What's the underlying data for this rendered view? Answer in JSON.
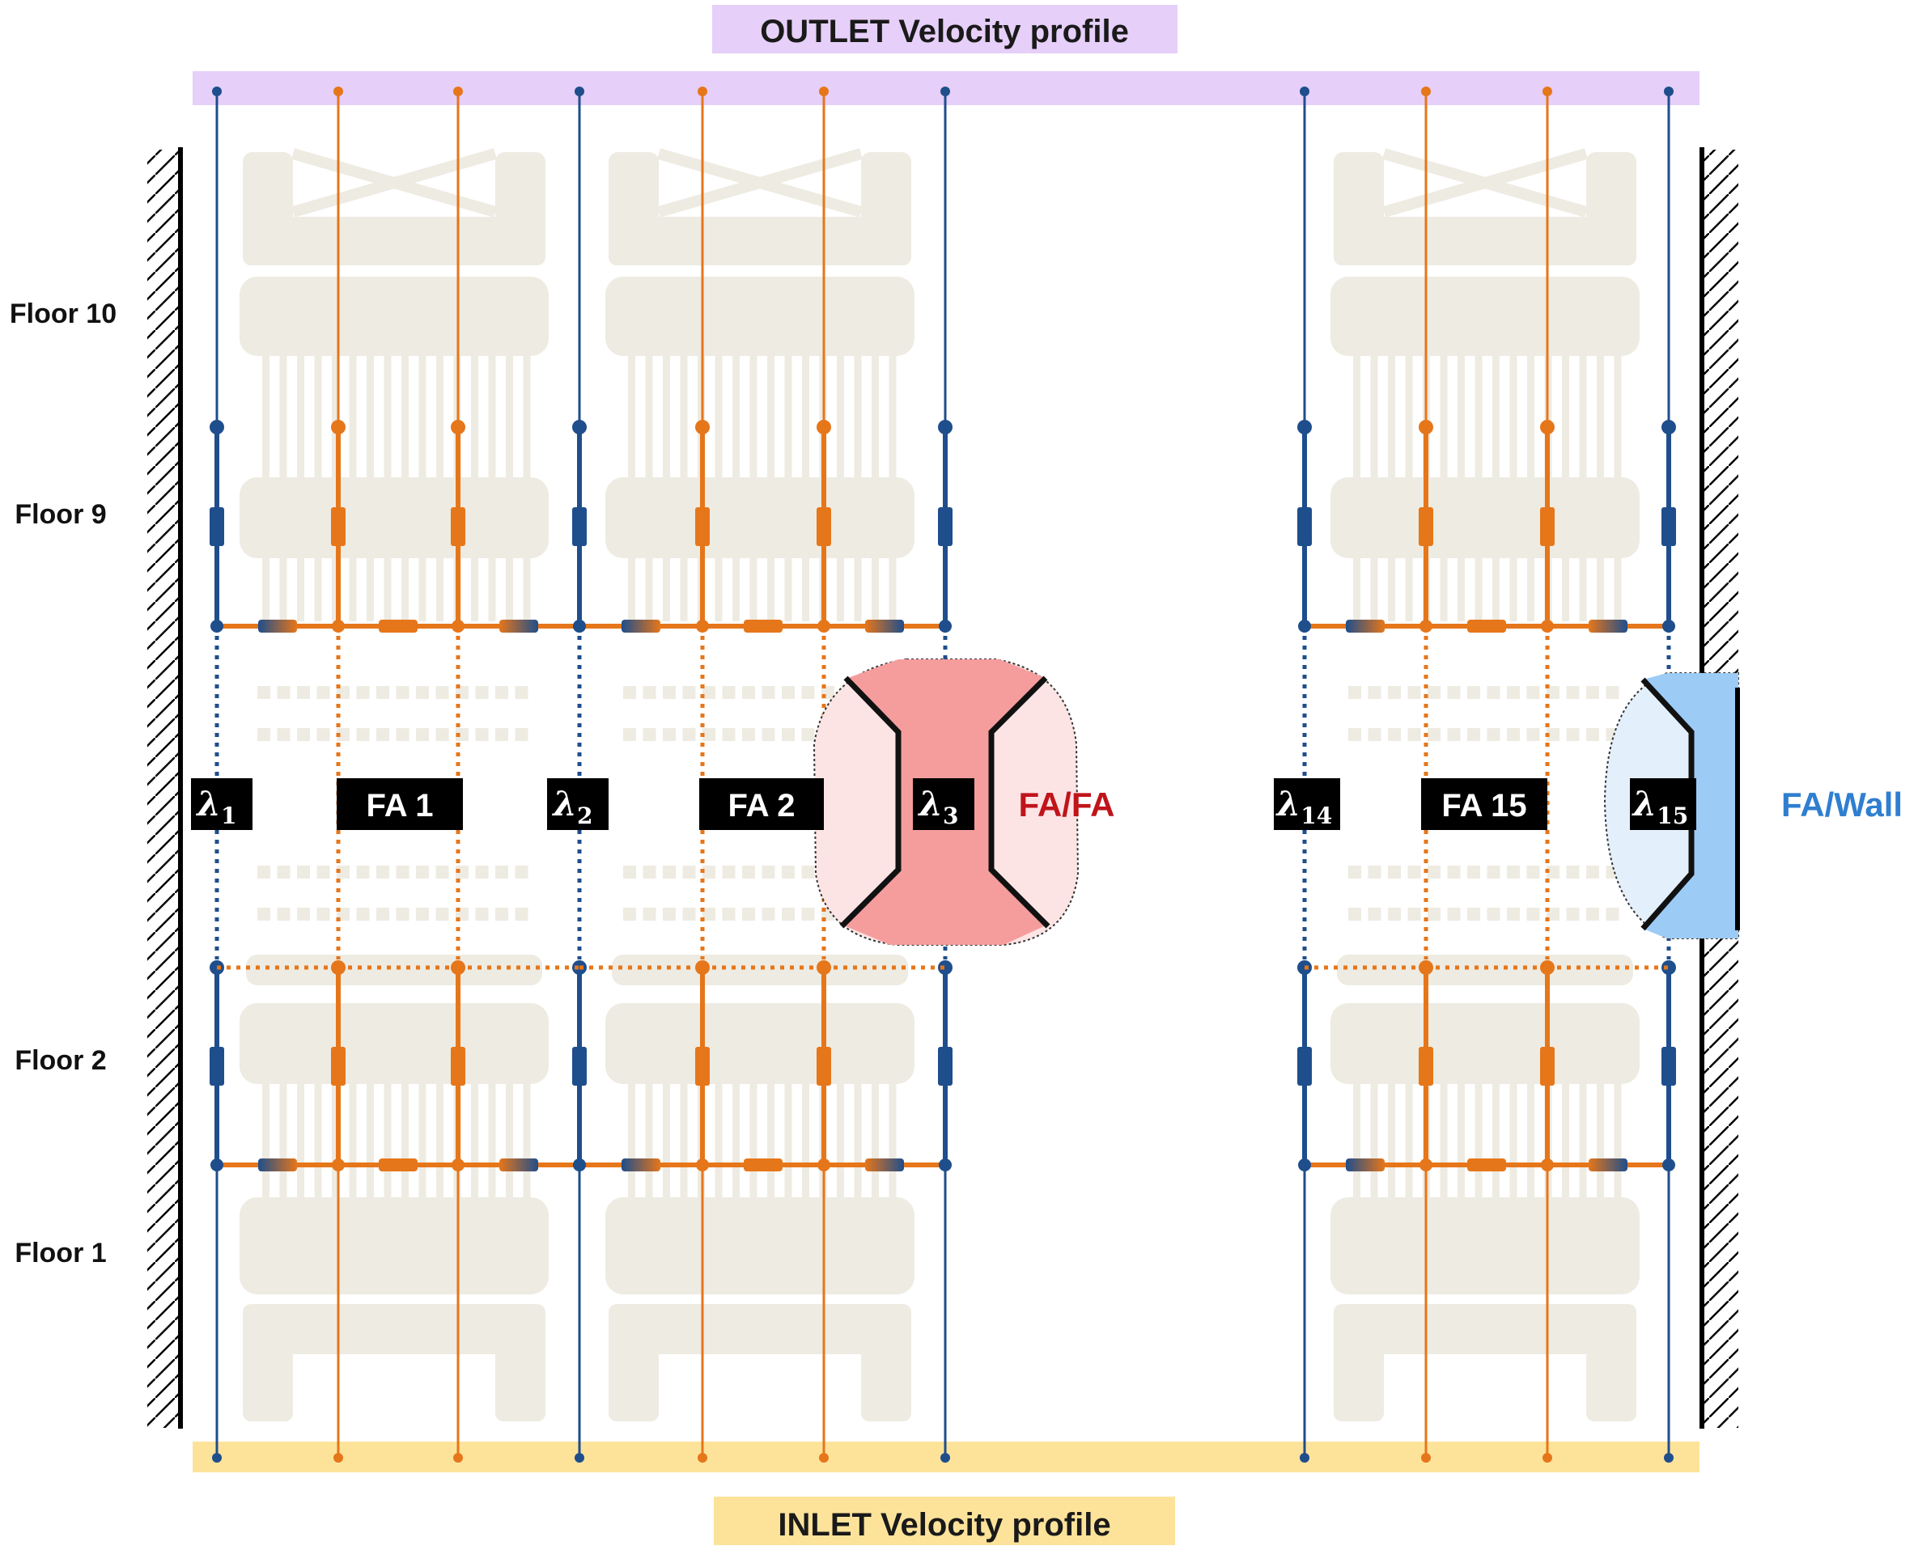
{
  "outlet_label": "OUTLET Velocity profile",
  "inlet_label": "INLET Velocity profile",
  "floors": [
    "Floor 10",
    "Floor 9",
    "Floor 2",
    "Floor 1"
  ],
  "fa_labels": [
    "FA 1",
    "FA 2",
    "FA 15"
  ],
  "gap_labels": [
    {
      "sym": "λ",
      "sub": "1"
    },
    {
      "sym": "λ",
      "sub": "2"
    },
    {
      "sym": "λ",
      "sub": "3"
    },
    {
      "sym": "λ",
      "sub": "14"
    },
    {
      "sym": "λ",
      "sub": "15"
    }
  ],
  "interface_labels": {
    "fa_fa": "FA/FA",
    "fa_wall": "FA/Wall"
  },
  "colors": {
    "outlet_band": "#e6cff8",
    "inlet_band": "#fde39a",
    "blue_line": "#1f4e8c",
    "orange_line": "#e6761a",
    "assembly_bg": "#eeebe2",
    "fa_fa_fill": "#f59d9d",
    "fa_fa_light": "#fde4e4",
    "fa_fa_text": "#c0141b",
    "fa_wall_fill": "#9ccbf6",
    "fa_wall_light": "#e3f0fc",
    "fa_wall_text": "#2f7fd0",
    "label_box": "#000000",
    "label_text": "#ffffff"
  }
}
